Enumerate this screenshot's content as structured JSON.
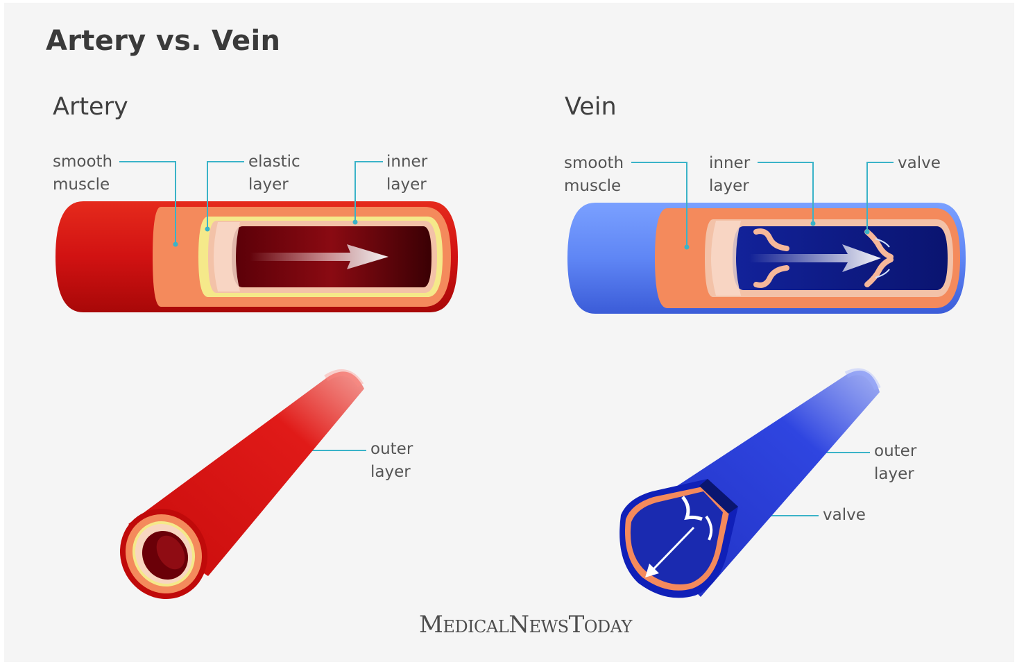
{
  "title": "Artery vs. Vein",
  "artery": {
    "heading": "Artery",
    "labels": {
      "smooth_muscle": [
        "smooth",
        "muscle"
      ],
      "elastic_layer": [
        "elastic",
        "layer"
      ],
      "inner_layer": [
        "inner",
        "layer"
      ],
      "outer_layer": [
        "outer",
        "layer"
      ]
    }
  },
  "vein": {
    "heading": "Vein",
    "labels": {
      "smooth_muscle": [
        "smooth",
        "muscle"
      ],
      "inner_layer": [
        "inner",
        "layer"
      ],
      "valve_top": "valve",
      "outer_layer": [
        "outer",
        "layer"
      ],
      "valve_bottom": "valve"
    }
  },
  "brand": "MedicalNewsToday",
  "colors": {
    "artery_red": "#d81818",
    "artery_dark": "#5a0008",
    "vein_blue": "#3b5cf0",
    "vein_dark": "#0a1a8a",
    "muscle_orange": "#f48a5c",
    "elastic_yellow": "#f5e98a",
    "leader_line": "#3ab3c8"
  }
}
